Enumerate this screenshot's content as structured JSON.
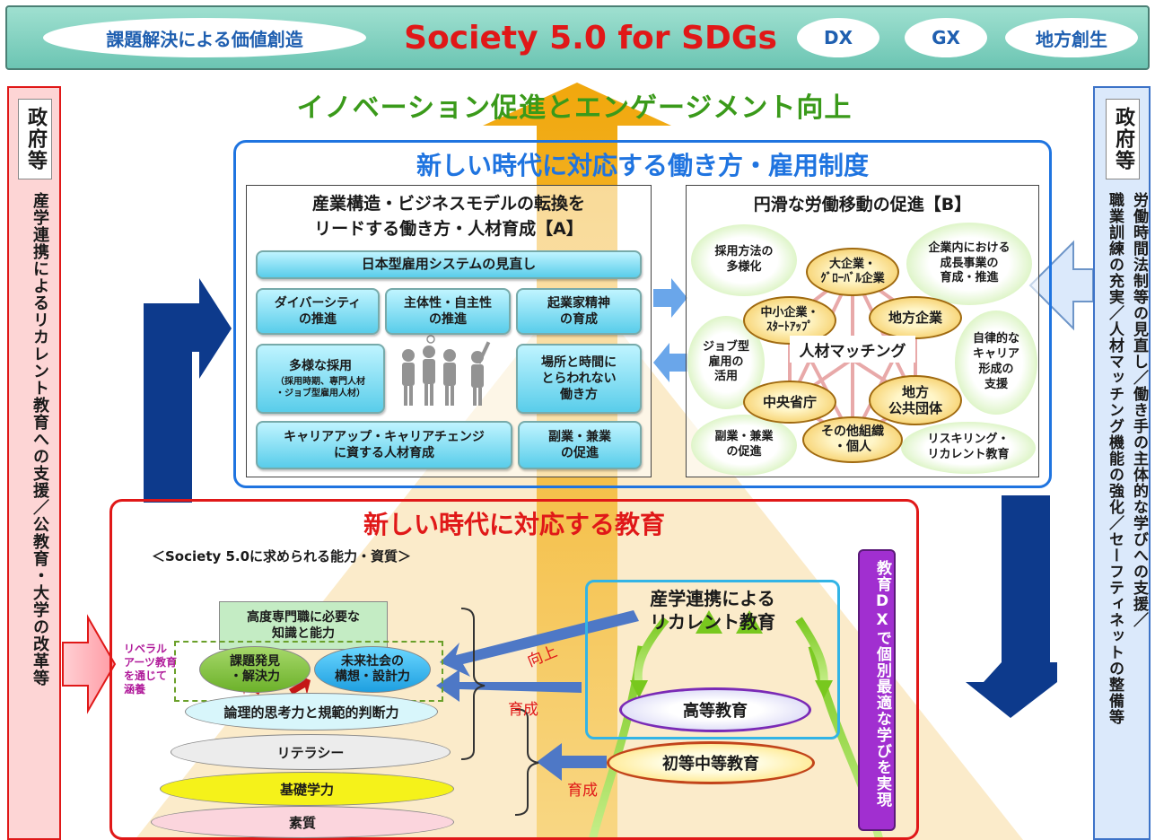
{
  "banner": {
    "left": "課題解決による価値創造",
    "main": "Society 5.0 for SDGs",
    "dx": "DX",
    "gx": "GX",
    "regional": "地方創生"
  },
  "headline": "イノベーション促進とエンゲージメント向上",
  "left_panel": {
    "title": "政府等",
    "text": "産学連携によるリカレント教育への支援／公教育・大学の改革等"
  },
  "right_panel": {
    "title": "政府等",
    "col1": "労働時間法制等の見直し／働き手の主体的な学びへの支援／",
    "col2": "職業訓練の充実／人材マッチング機能の強化／セーフティネットの整備等"
  },
  "work": {
    "title": "新しい時代に対応する働き方・雇用制度",
    "a": {
      "title_line1": "産業構造・ビジネスモデルの転換を",
      "title_line2": "リードする働き方・人材育成【A】",
      "bar": "日本型雇用システムの見直し",
      "diversity": "ダイバーシティ\nの推進",
      "autonomy": "主体性・自主性\nの推進",
      "entrepreneur": "起業家精神\nの育成",
      "hiring_title": "多様な採用",
      "hiring_sub": "（採用時期、専門人材\n・ジョブ型雇用人材）",
      "flexible": "場所と時間に\nとらわれない\n働き方",
      "career": "キャリアアップ・キャリアチェンジ\nに資する人材育成",
      "side_job": "副業・兼業\nの促進"
    },
    "b": {
      "title": "円滑な労働移動の促進【B】",
      "center": "人材マッチング",
      "nodes": {
        "large": "大企業・\nｸﾞﾛｰﾊﾞﾙ企業",
        "sme": "中小企業・\nｽﾀｰﾄｱｯﾌﾟ",
        "regional": "地方企業",
        "central": "中央省庁",
        "local_gov": "地方\n公共団体",
        "other": "その他組織\n・個人"
      },
      "bubbles": {
        "hiring": "採用方法の\n多様化",
        "internal": "企業内における\n成長事業の\n育成・推進",
        "job": "ジョブ型\n雇用の\n活用",
        "career": "自律的な\nキャリア\n形成の\n支援",
        "side": "副業・兼業\nの促進",
        "reskill": "リスキリング・\nリカレント教育"
      }
    }
  },
  "education": {
    "title": "新しい時代に対応する教育",
    "subtitle": "＜Society 5.0に求められる能力・資質＞",
    "layers": {
      "expert": "高度専門職に必要な\n知識と能力",
      "problem": "課題発見\n・解決力",
      "future": "未来社会の\n構想・設計力",
      "logic": "論理的思考力と規範的判断力",
      "literacy": "リテラシー",
      "basic": "基礎学力",
      "nature": "素質"
    },
    "liberal_arts": "リベラル\nアーツ教育\nを通じて\n涵養",
    "recurrent": "産学連携による\nリカレント教育",
    "higher": "高等教育",
    "primary": "初等中等教育",
    "label_improve": "向上",
    "label_grow1": "育成",
    "label_grow2": "育成",
    "dx_banner": "教育DXで個別最適な学びを実現"
  },
  "colors": {
    "banner": "#6cc5b3",
    "red": "#e01818",
    "navy": "#0d3a8c",
    "blue_border": "#1f74e0",
    "yellow": "#f3b21a",
    "green": "#8ccf3a",
    "purple": "#a12fd0"
  }
}
